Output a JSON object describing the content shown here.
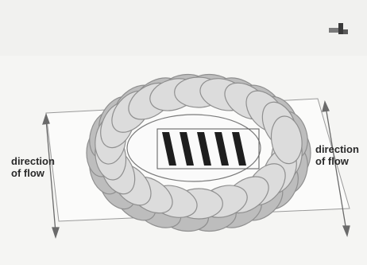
{
  "labels": {
    "left": "direction\nof flow",
    "right": "direction\nof flow"
  },
  "diagram": {
    "subject": "sandbag ring around storm drain inlet grate",
    "grate_bars": 5,
    "colors": {
      "background": "#f6f6f4",
      "ground_sheet": "#fbfbfa",
      "sandbag_fill": "#bdbdbd",
      "sandbag_shadow": "#8f8f8f",
      "sandbag_highlight": "#dcdcdc",
      "grate_bar": "#1e1e1e",
      "arrow": "#6a6a6a"
    }
  },
  "icons": {
    "corner": "cursor-hand-icon"
  }
}
